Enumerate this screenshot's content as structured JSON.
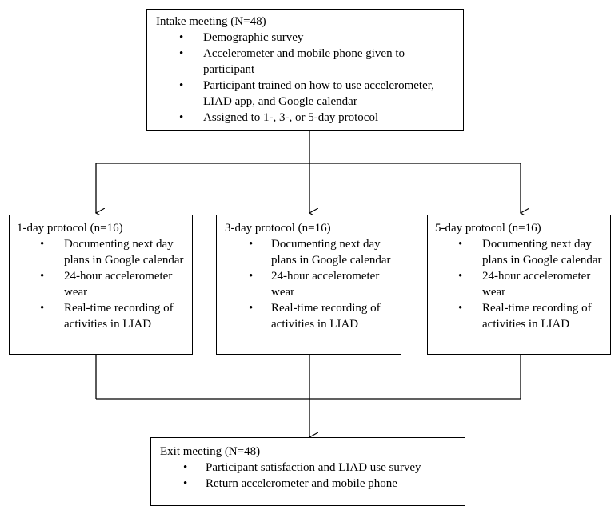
{
  "intake": {
    "title": "Intake meeting (N=48)",
    "items": [
      "Demographic survey",
      "Accelerometer and mobile phone given to participant",
      "Participant trained on how to use accelerometer, LIAD app, and Google calendar",
      "Assigned to 1-, 3-, or 5-day protocol"
    ]
  },
  "protocols": [
    {
      "title": "1-day protocol (n=16)",
      "items": [
        "Documenting next day plans in Google calendar",
        "24-hour accelerometer wear",
        "Real-time recording of activities in LIAD"
      ]
    },
    {
      "title": "3-day protocol (n=16)",
      "items": [
        "Documenting next day plans in Google calendar",
        "24-hour accelerometer wear",
        "Real-time recording of activities in LIAD"
      ]
    },
    {
      "title": "5-day protocol (n=16)",
      "items": [
        "Documenting next day plans in Google calendar",
        "24-hour accelerometer wear",
        "Real-time recording of activities in LIAD"
      ]
    }
  ],
  "exit": {
    "title": "Exit meeting (N=48)",
    "items": [
      "Participant satisfaction and LIAD use survey",
      "Return accelerometer and mobile phone"
    ]
  },
  "bullet_symbol": "•"
}
